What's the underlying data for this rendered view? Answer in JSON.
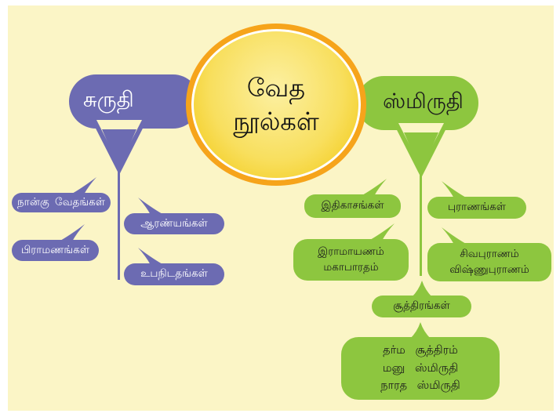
{
  "diagram": {
    "center": {
      "lines": [
        "வேத",
        "நூல்கள்"
      ]
    },
    "left": {
      "label": "சுருதி",
      "nodes": [
        {
          "id": "four-vedas",
          "lines": [
            "நான்கு வேதங்கள்"
          ]
        },
        {
          "id": "brahmanas",
          "lines": [
            "பிராமணங்கள்"
          ]
        },
        {
          "id": "aranyakas",
          "lines": [
            "ஆரண்யங்கள்"
          ]
        },
        {
          "id": "upanishads",
          "lines": [
            "உபநிடதங்கள்"
          ]
        }
      ]
    },
    "right": {
      "label": "ஸ்மிருதி",
      "nodes": [
        {
          "id": "itihasas",
          "lines": [
            "இதிகாசங்கள்"
          ]
        },
        {
          "id": "puranas",
          "lines": [
            "புராணங்கள்"
          ]
        },
        {
          "id": "epics",
          "lines": [
            "இராமாயணம்",
            "மகாபாரதம்"
          ]
        },
        {
          "id": "major-puranas",
          "lines": [
            "சிவபுராணம்",
            "விஷ்ணுபுராணம்"
          ]
        },
        {
          "id": "sutras",
          "lines": [
            "சூத்திரங்கள்"
          ]
        },
        {
          "id": "dharma-smritis",
          "lines": [
            "தர்ம சூத்திரம்",
            "மனு ஸ்மிருதி",
            "நாரத ஸ்மிருதி"
          ]
        }
      ]
    },
    "colors": {
      "background": "#FBF5C6",
      "shruti_purple": "#6C6BB2",
      "smriti_green": "#8DC63F",
      "circle_ring_orange": "#F6A41B",
      "circle_fill_gold": "#F3C914",
      "circle_fill_light": "#FCF0A2",
      "text_dark": "#1C1C1C",
      "text_light": "#FFFFFF"
    }
  }
}
